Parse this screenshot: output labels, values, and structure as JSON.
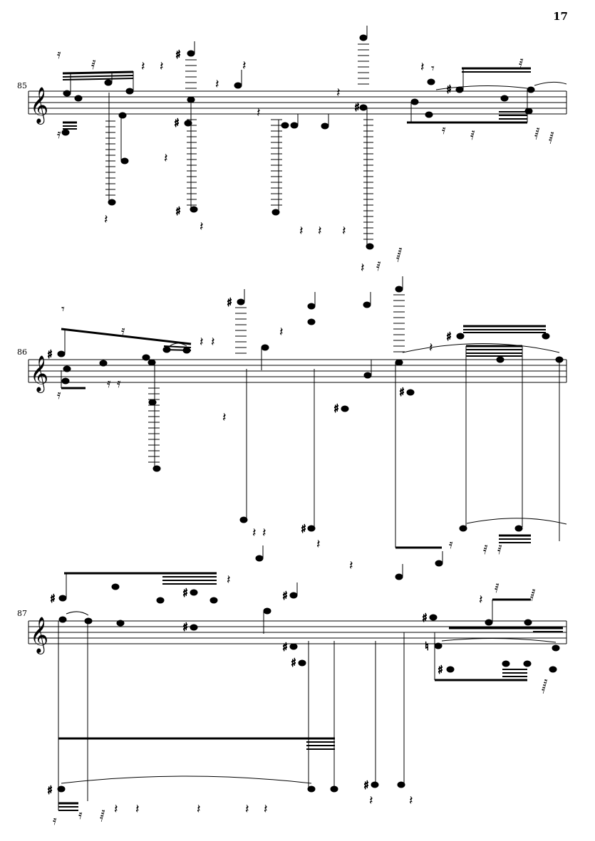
{
  "page": {
    "number": "17"
  },
  "systems": [
    {
      "measure": "85"
    },
    {
      "measure": "86"
    },
    {
      "measure": "87"
    }
  ],
  "clef": "treble-clef",
  "notation": {
    "accidentals": [
      "sharp",
      "natural"
    ],
    "rests": [
      "quarter-rest",
      "eighth-rest",
      "sixteenth-rest",
      "thirty-second-rest",
      "sixty-fourth-rest"
    ],
    "note_heads": [
      "filled"
    ],
    "style": "dense avant-garde notation with extreme ledger lines"
  }
}
